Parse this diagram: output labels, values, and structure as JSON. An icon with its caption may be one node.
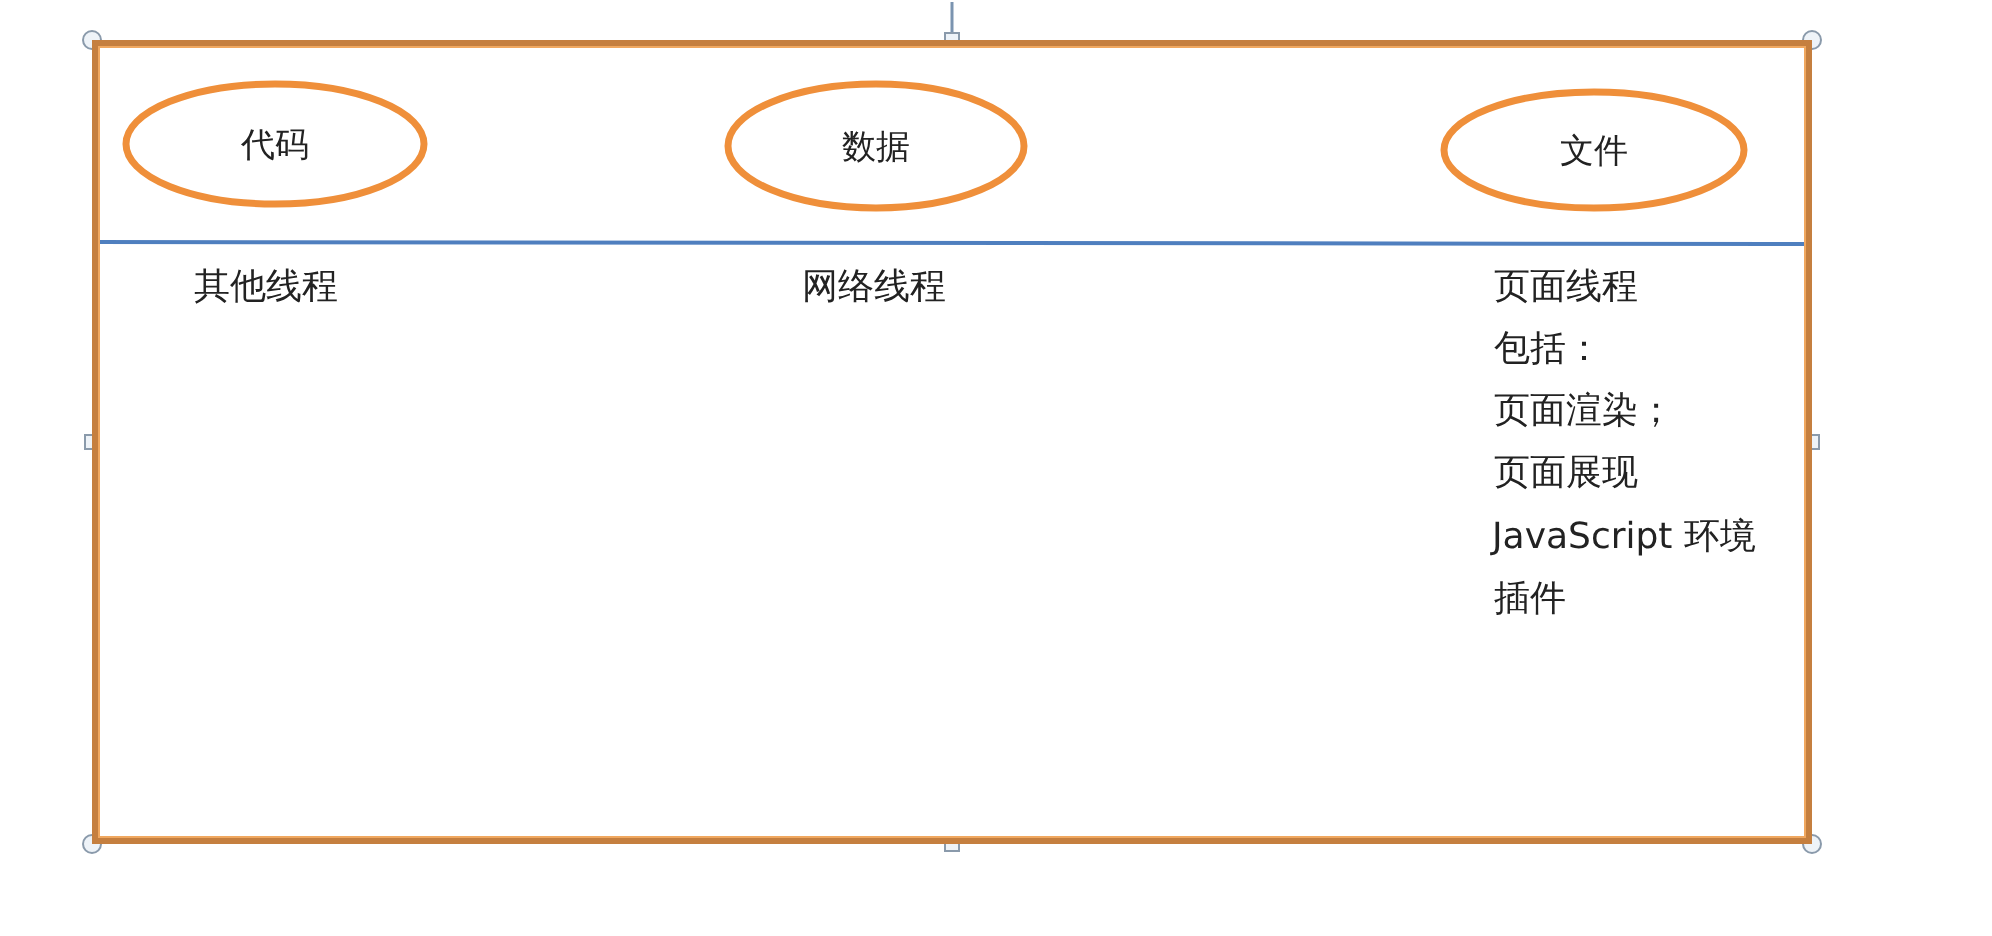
{
  "diagram": {
    "nodes": [
      {
        "text": [],
        "shape": "box"
      },
      {
        "text": [
          "代码"
        ],
        "in": 0
      },
      {
        "text": [
          "数据"
        ],
        "in": 0
      },
      {
        "text": [
          "文件"
        ],
        "in": 0
      }
    ],
    "edges": [],
    "labels": [
      "其他线程",
      "网络线程",
      "页面线程",
      "包括：",
      "页面渲染；",
      "页面展现",
      "JavaScript 环境",
      "插件"
    ]
  }
}
